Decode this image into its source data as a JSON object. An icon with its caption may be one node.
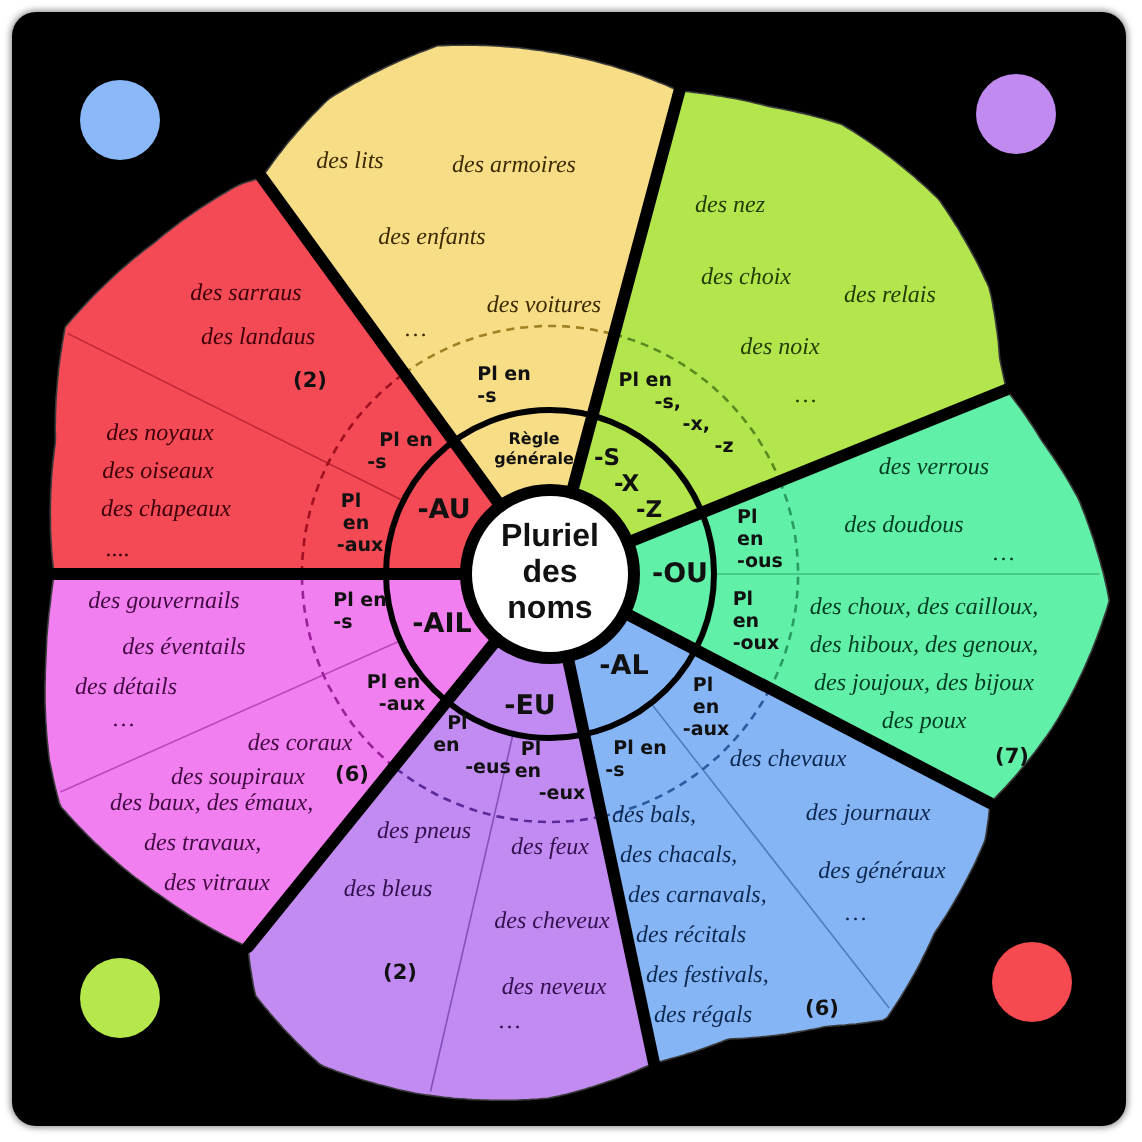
{
  "diagram": {
    "nodes": [
      {
        "text": [
          "Pluriel des noms"
        ]
      },
      {
        "text": [
          "Pl en -s",
          "Règle générale"
        ]
      },
      {
        "text": [
          "des lits",
          "des armoires",
          "des enfants",
          "des voitures",
          "…"
        ],
        "in": 1
      },
      {
        "text": [
          "Pl en -s, -x, -z",
          "-S -X -Z"
        ]
      },
      {
        "text": [
          "des nez",
          "des choix",
          "des relais",
          "des noix",
          "…"
        ],
        "in": 3
      },
      {
        "text": [
          "-OU",
          "Pl en -ous",
          "Pl en -oux"
        ]
      },
      {
        "text": [
          "des verrous",
          "des doudous",
          "…"
        ],
        "in": 5
      },
      {
        "text": [
          "des choux, des cailloux, des hiboux, des genoux, des joujoux, des bijoux des poux",
          "(7)"
        ],
        "in": 5
      },
      {
        "text": [
          "-AL",
          "Pl en -aux",
          "Pl en -s"
        ]
      },
      {
        "text": [
          "des chevaux",
          "des journaux",
          "des généraux",
          "…"
        ],
        "in": 8
      },
      {
        "text": [
          "des bals, des chacals, des carnavals, des récitals des festivals, des régals",
          "(6)"
        ],
        "in": 8
      },
      {
        "text": [
          "-EU",
          "Pl en -eus",
          "Pl en -eux"
        ]
      },
      {
        "text": [
          "des pneus",
          "des bleus",
          "(2)"
        ],
        "in": 11
      },
      {
        "text": [
          "des feux",
          "des cheveux",
          "des neveux",
          "…"
        ],
        "in": 11
      },
      {
        "text": [
          "Pl en -s",
          "-AIL",
          "Pl en -aux"
        ]
      },
      {
        "text": [
          "des gouvernails",
          "des éventails",
          "des détails",
          "…"
        ],
        "in": 14
      },
      {
        "text": [
          "des coraux",
          "des soupiraux",
          "(6)",
          "des baux, des émaux, des travaux, des vitraux"
        ],
        "in": 14
      },
      {
        "text": [
          "Pl en -s",
          "Pl en -aux",
          "-AU"
        ]
      },
      {
        "text": [
          "des sarraus",
          "des landaus",
          "(2)"
        ],
        "in": 17
      },
      {
        "text": [
          "des noyaux",
          "des oiseaux",
          "des chapeaux",
          "...."
        ],
        "in": 17
      }
    ]
  }
}
